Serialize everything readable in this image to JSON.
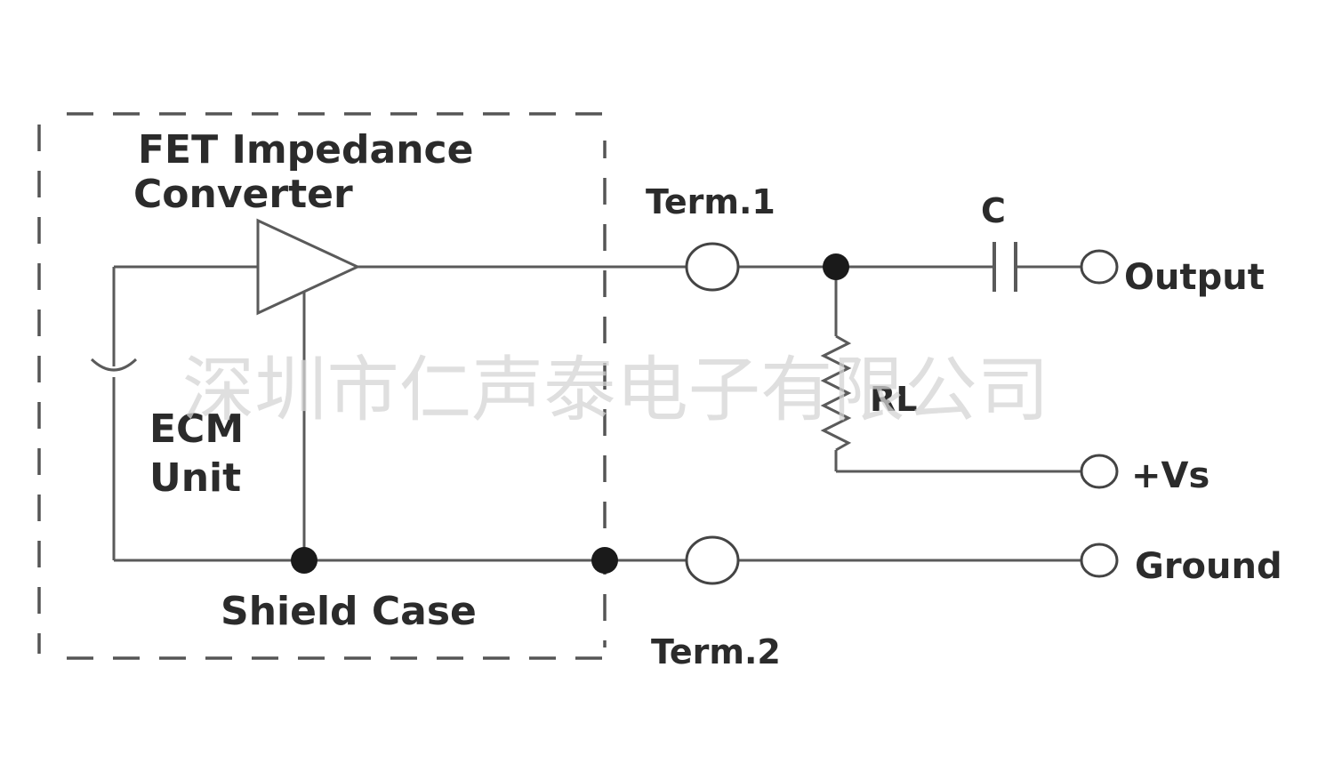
{
  "labels": {
    "fet_line1": "FET Impedance",
    "fet_line2": "Converter",
    "term1": "Term.1",
    "term2": "Term.2",
    "capacitor": "C",
    "output": "Output",
    "resistor": "RL",
    "supply": "+Vs",
    "ground": "Ground",
    "ecm_line1": "ECM",
    "ecm_line2": "Unit",
    "shield_case": "Shield Case"
  },
  "watermark": "深圳市仁声泰电子有限公司"
}
